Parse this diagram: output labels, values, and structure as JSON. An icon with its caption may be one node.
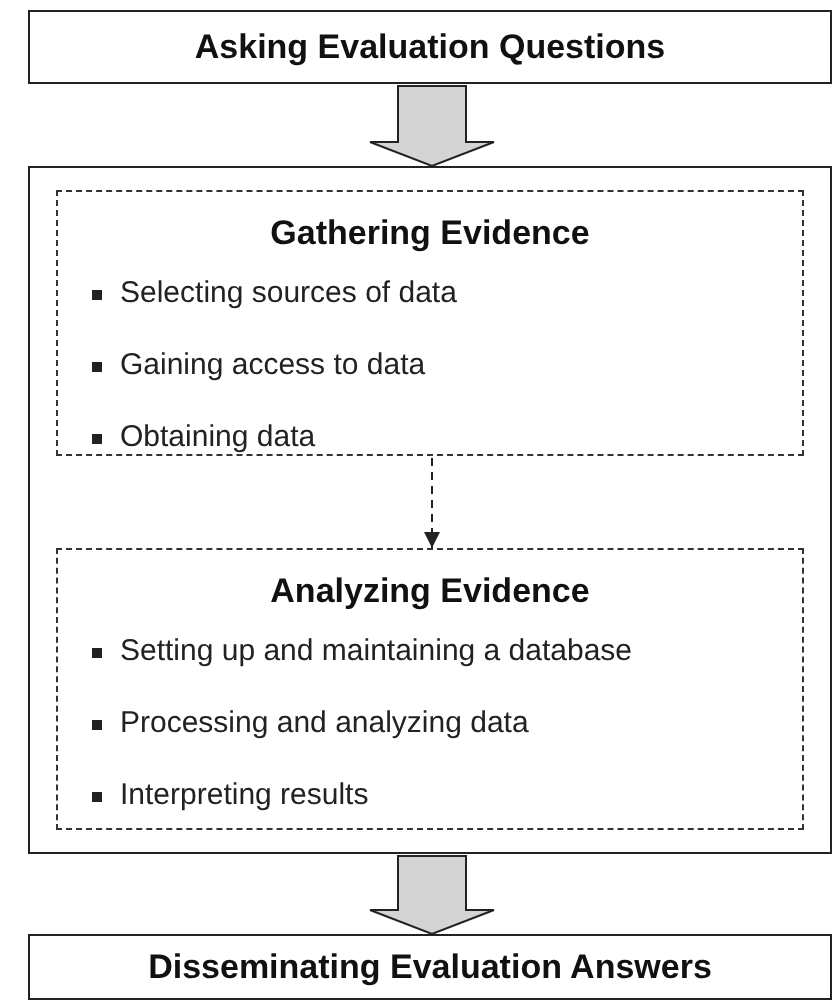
{
  "diagram": {
    "nodes": [
      {
        "text": [
          "Asking Evaluation Questions"
        ]
      },
      {
        "text": [],
        "shape": "box"
      },
      {
        "text": [
          "Gathering Evidence",
          "Selecting sources of data",
          "Gaining access to data",
          "Obtaining data"
        ],
        "in": 1
      },
      {
        "text": [
          "Analyzing Evidence",
          "Setting up and maintaining a database",
          "Processing and analyzing data",
          "Interpreting results"
        ],
        "in": 1
      },
      {
        "text": [
          "Disseminating Evaluation Answers"
        ]
      }
    ],
    "edges": [
      {
        "from": 0,
        "to": 1,
        "arrow": "to",
        "style": "thick"
      },
      {
        "from": 2,
        "to": 3,
        "arrow": "to",
        "style": "dashed"
      },
      {
        "from": 1,
        "to": 4,
        "arrow": "to",
        "style": "thick"
      }
    ]
  }
}
